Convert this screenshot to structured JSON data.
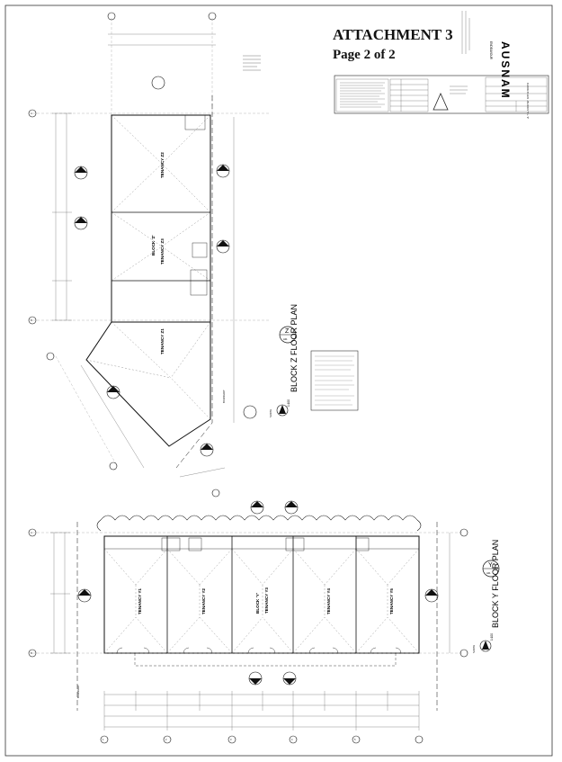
{
  "header": {
    "attachment": "ATTACHMENT 3",
    "page": "Page 2 of 2"
  },
  "title_block": {
    "company": "AUSNAM",
    "tagline": "ENDEAVOUR",
    "drawing_title": "FLOOR PLANS - BLOCKS 'Y' + 'Z'"
  },
  "block_z": {
    "plan_title": "BLOCK Z FLOOR PLAN",
    "scale": "1:100",
    "bubble_id": "Z",
    "bubble_sheet": "A01",
    "block_label": "BLOCK 'Z'",
    "tenancies": [
      "TENANCY Z1",
      "TENANCY Z2",
      "TENANCY Z3"
    ],
    "boundary": "BOUNDARY",
    "north": "NORTH"
  },
  "block_y": {
    "plan_title": "BLOCK Y FLOOR PLAN",
    "scale": "1:100",
    "bubble_id": "Y",
    "bubble_sheet": "A01",
    "block_label": "BLOCK 'Y'",
    "tenancies": [
      "TENANCY Y1",
      "TENANCY Y2",
      "TENANCY Y3",
      "TENANCY Y4",
      "TENANCY Y5"
    ],
    "boundary": "BOUNDARY",
    "north": "NORTH"
  },
  "grid_labels": [
    "A",
    "B",
    "C",
    "D",
    "E",
    "1",
    "2",
    "3",
    "4",
    "5"
  ]
}
